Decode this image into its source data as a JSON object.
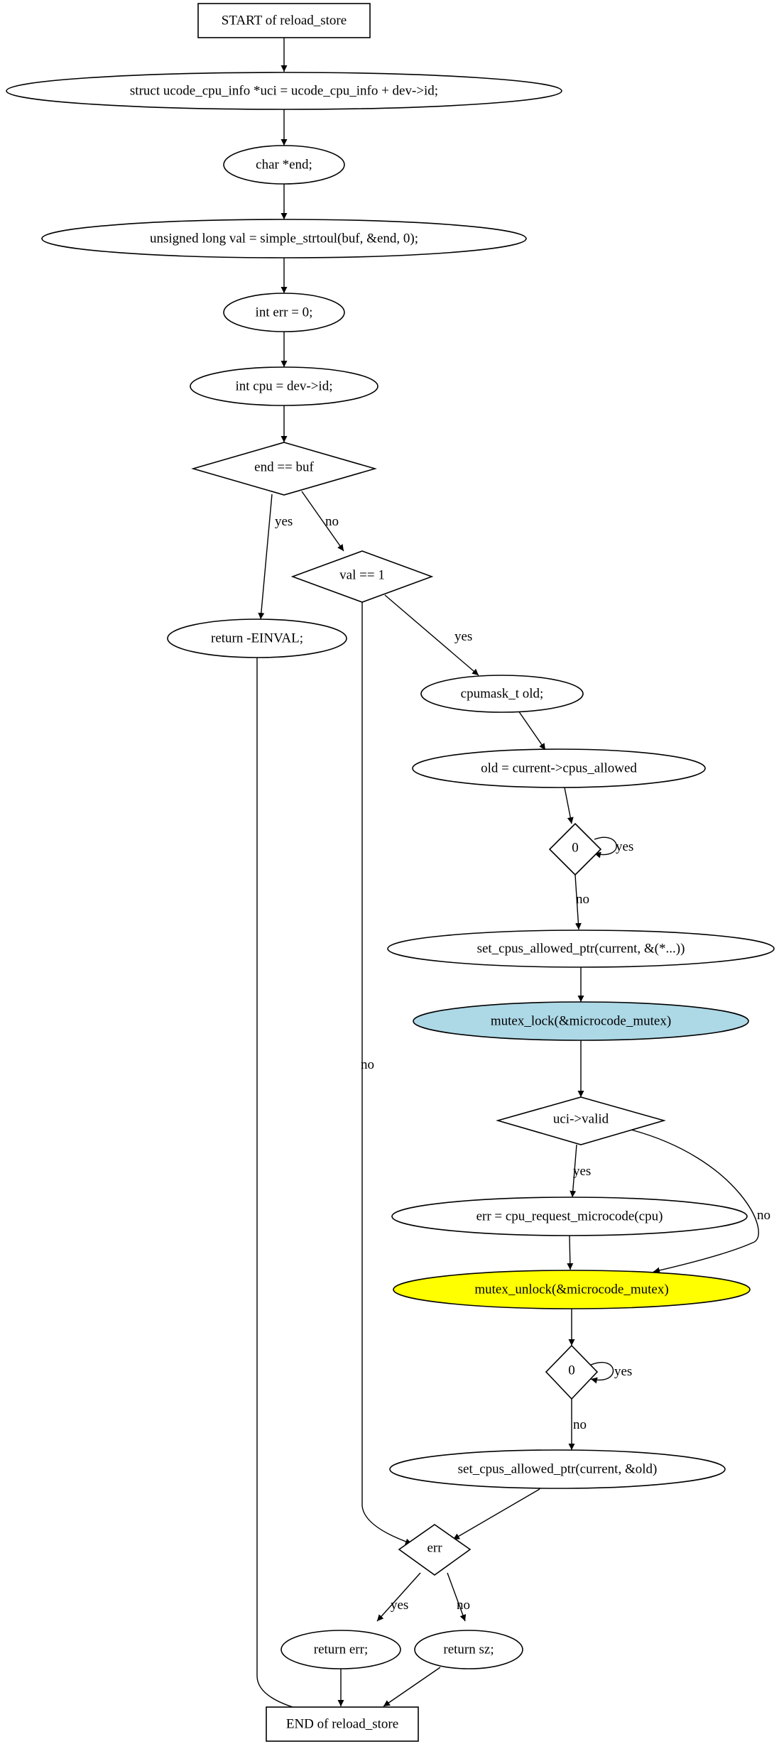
{
  "nodes": {
    "start": "START of reload_store",
    "uci_decl": "struct ucode_cpu_info *uci = ucode_cpu_info + dev->id;",
    "end_decl": "char *end;",
    "val_decl": "unsigned long val = simple_strtoul(buf, &end, 0);",
    "err_decl": "int err = 0;",
    "cpu_decl": "int cpu = dev->id;",
    "cond_end_buf": "end == buf",
    "cond_val": "val == 1",
    "ret_einval": "return -EINVAL;",
    "old_decl": "cpumask_t old;",
    "old_assign": "old = current->cpus_allowed",
    "cond_zero_1": "0",
    "set_cpus_1": "set_cpus_allowed_ptr(current, &(*...))",
    "mutex_lock": "mutex_lock(&microcode_mutex)",
    "cond_valid": "uci->valid",
    "err_assign": "err = cpu_request_microcode(cpu)",
    "mutex_unlock": "mutex_unlock(&microcode_mutex)",
    "cond_zero_2": "0",
    "set_cpus_2": "set_cpus_allowed_ptr(current, &old)",
    "cond_err": "err",
    "ret_err": "return err;",
    "ret_sz": "return sz;",
    "end": "END of reload_store"
  },
  "edge_labels": {
    "end_buf_yes": "yes",
    "end_buf_no": "no",
    "val_yes": "yes",
    "val_no": "no",
    "zero1_yes": "yes",
    "zero1_no": "no",
    "valid_yes": "yes",
    "valid_no": "no",
    "zero2_yes": "yes",
    "zero2_no": "no",
    "err_yes": "yes",
    "err_no": "no"
  },
  "colors": {
    "mutex_lock_fill": "#add8e6",
    "mutex_unlock_fill": "#ffff00"
  }
}
